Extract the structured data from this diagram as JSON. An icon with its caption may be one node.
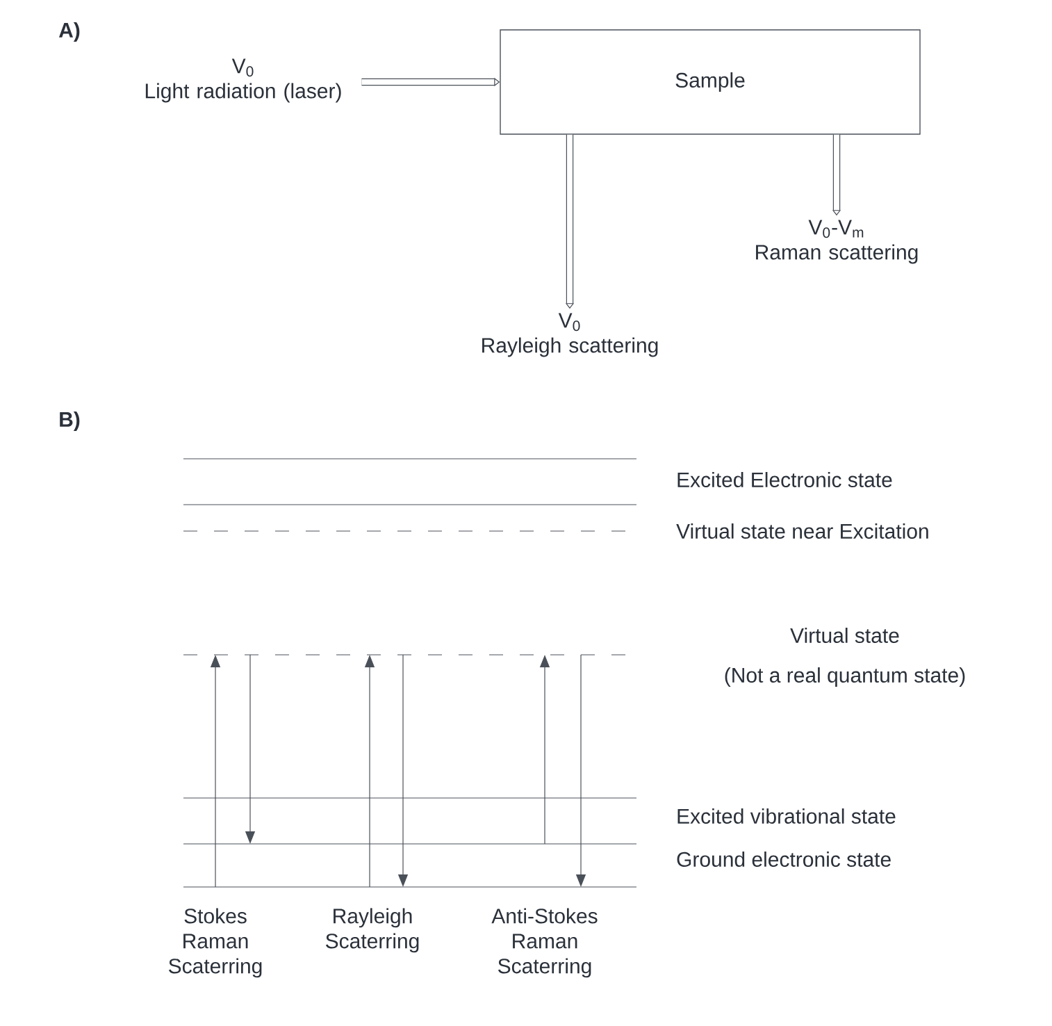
{
  "diagram": {
    "nodes": [
      {
        "text": [
          "V$_{0}$",
          "Light radiation (laser)"
        ]
      },
      {
        "text": [
          "Sample"
        ]
      },
      {
        "text": [
          "V$_{0}$",
          "Rayleigh scattering"
        ]
      },
      {
        "text": [
          "V$_{0}$-V$_{m}$",
          "Raman scattering"
        ]
      }
    ],
    "edges": [
      {
        "from": 0,
        "to": 1,
        "arrow": "to"
      },
      {
        "from": 1,
        "to": 2,
        "arrow": "to"
      },
      {
        "from": 1,
        "to": 3,
        "arrow": "to"
      }
    ],
    "labels": [
      "A)",
      "B)",
      "Excited Electronic state",
      "Virtual state near Excitation",
      "Virtual state",
      "(Not a real quantum state)",
      "Excited vibrational state",
      "Ground electronic state",
      "Stokes Raman Scaterring",
      "Rayleigh Scaterring",
      "Anti-Stokes Raman Scaterring"
    ]
  }
}
